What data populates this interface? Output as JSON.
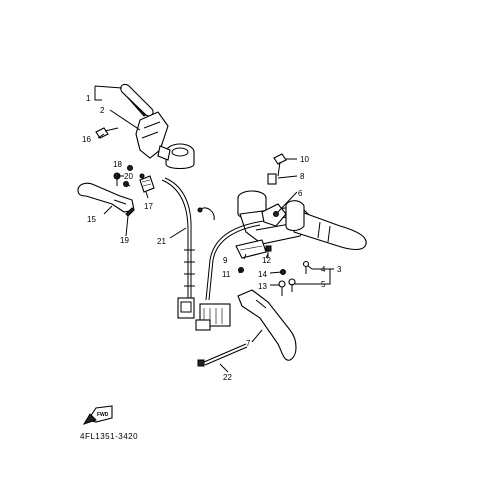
{
  "callouts": {
    "c1": "1",
    "c2": "2",
    "c3": "3",
    "c4": "4",
    "c5": "5",
    "c6": "6",
    "c7": "7",
    "c8": "8",
    "c9": "9",
    "c10": "10",
    "c11": "11",
    "c12": "12",
    "c13": "13",
    "c14": "14",
    "c15": "15",
    "c16": "16",
    "c17": "17",
    "c18": "18",
    "c19": "19",
    "c20": "20",
    "c21": "21",
    "c22": "22"
  },
  "direction_badge": "FWD",
  "diagram_code": "4FL1351-3420"
}
